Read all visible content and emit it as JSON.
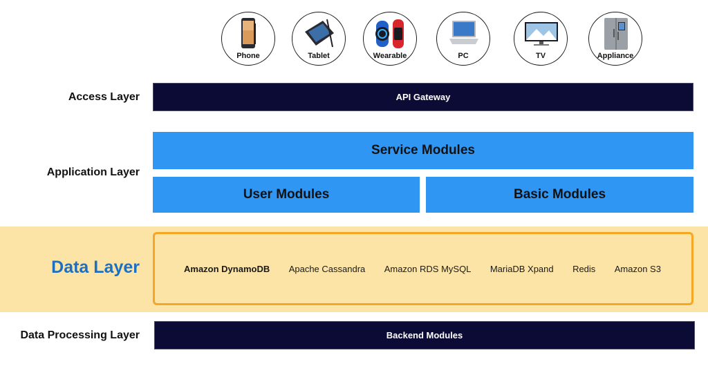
{
  "devices": [
    {
      "label": "Phone",
      "icon": "phone-icon"
    },
    {
      "label": "Tablet",
      "icon": "tablet-icon"
    },
    {
      "label": "Wearable",
      "icon": "wearable-icon"
    },
    {
      "label": "PC",
      "icon": "laptop-icon"
    },
    {
      "label": "TV",
      "icon": "tv-icon"
    },
    {
      "label": "Appliance",
      "icon": "refrigerator-icon"
    }
  ],
  "layers": {
    "access": {
      "label": "Access Layer",
      "box": "API Gateway"
    },
    "application": {
      "label": "Application Layer",
      "service": "Service Modules",
      "user": "User Modules",
      "basic": "Basic Modules"
    },
    "data": {
      "label": "Data Layer",
      "stores": [
        "Amazon DynamoDB",
        "Apache Cassandra",
        "Amazon RDS MySQL",
        "MariaDB Xpand",
        "Redis",
        "Amazon S3"
      ]
    },
    "processing": {
      "label": "Data Processing Layer",
      "box": "Backend Modules"
    }
  },
  "colors": {
    "dark_bar": "#0b0b36",
    "blue_bar": "#2f97f3",
    "data_band": "#fce3a6",
    "data_border": "#f5a623",
    "data_label": "#1f6fc0"
  }
}
